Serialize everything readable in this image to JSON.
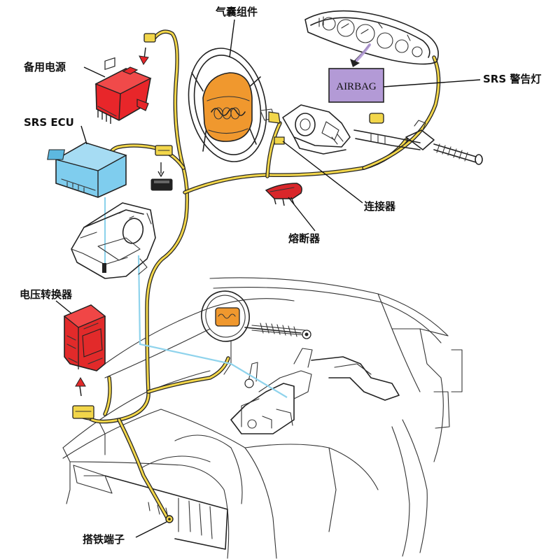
{
  "labels": {
    "airbag_module": "气囊组件",
    "backup_power": "备用电源",
    "srs_ecu": "SRS ECU",
    "srs_warning_lamp": "SRS 警告灯",
    "connector": "连接器",
    "fuse": "熔断器",
    "voltage_converter": "电压转换器",
    "ground_terminal": "搭铁端子",
    "airbag_lamp_text": "AIRBAG"
  },
  "colors": {
    "wire_harness": "#f2d64a",
    "signal_line": "#8fd3ec",
    "airbag_orange": "#f0982e",
    "backup_power_red": "#e8262a",
    "voltage_converter_red": "#e22a2a",
    "ecu_blue": "#7fcdee",
    "warning_lamp_purple": "#b39ad6",
    "fuse_red": "#d9262a",
    "outline": "#222222"
  },
  "icons": [
    "arrow-down-icon",
    "arrow-up-icon",
    "curved-arrow-icon"
  ]
}
